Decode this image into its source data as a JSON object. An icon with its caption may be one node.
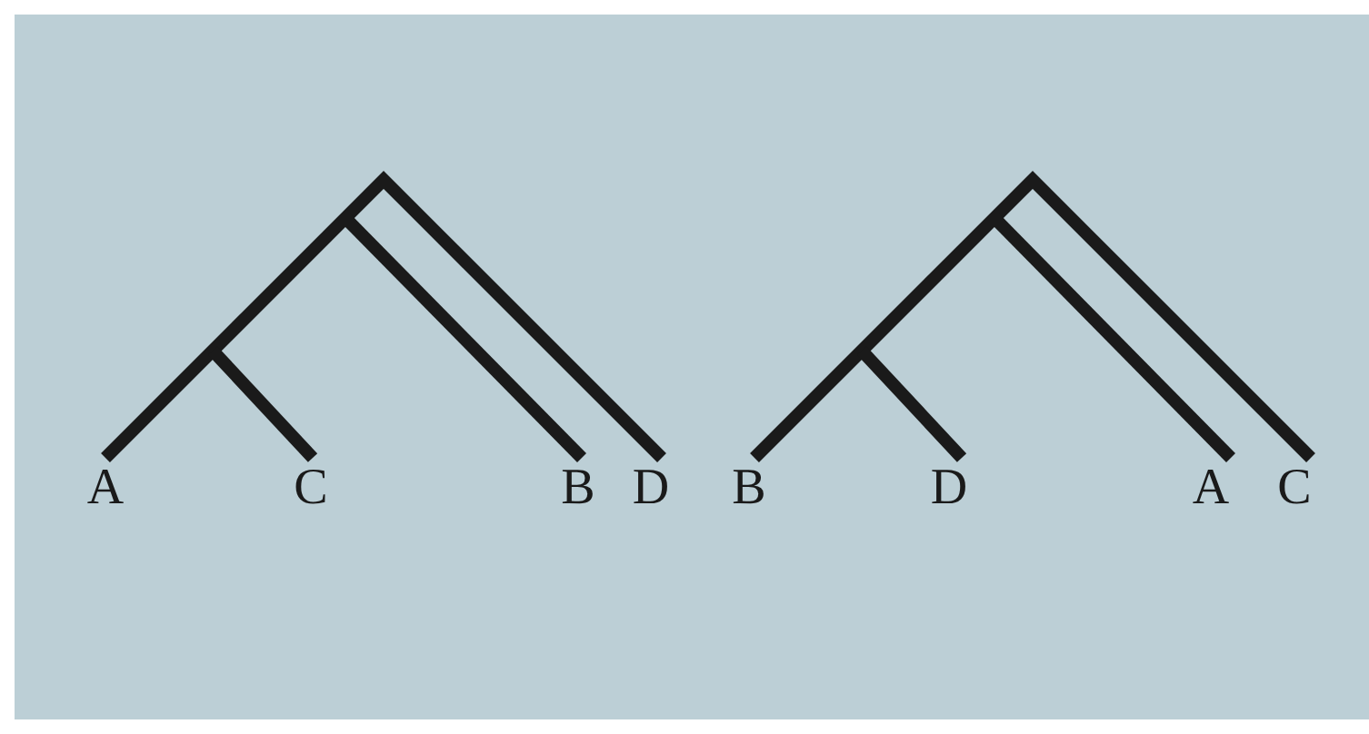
{
  "diagram": {
    "labels": [
      "A",
      "C",
      "B",
      "D",
      "B",
      "D",
      "A",
      "C"
    ]
  }
}
